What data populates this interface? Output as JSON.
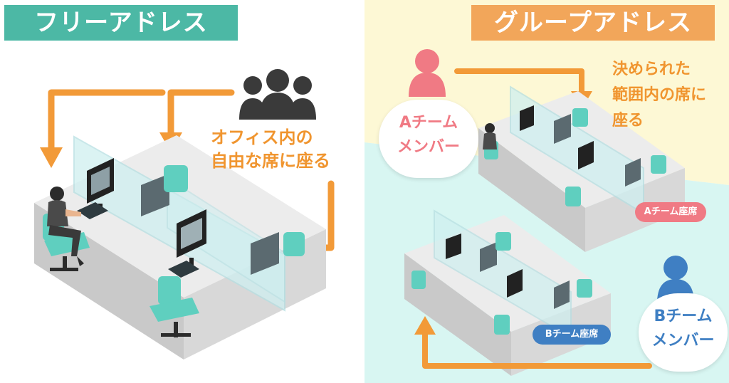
{
  "left": {
    "title": "フリーアドレス",
    "caption_lines": [
      "オフィス内の",
      "自由な席に座る"
    ]
  },
  "right": {
    "title": "グループアドレス",
    "caption_lines": [
      "決められた",
      "範囲内の席に",
      "座る"
    ],
    "team_a": {
      "line1": "Aチーム",
      "line2": "メンバー",
      "seat_label": "Aチーム座席"
    },
    "team_b": {
      "line1": "Bチーム",
      "line2": "メンバー",
      "seat_label": "Bチーム座席"
    }
  },
  "colors": {
    "teal": "#4cb8a5",
    "orange": "#f2a65a",
    "arrow": "#f29a38",
    "pink": "#f07a84",
    "blue": "#3f7fc3",
    "cream": "#fdf8d5",
    "mint": "#d8f6f2"
  }
}
